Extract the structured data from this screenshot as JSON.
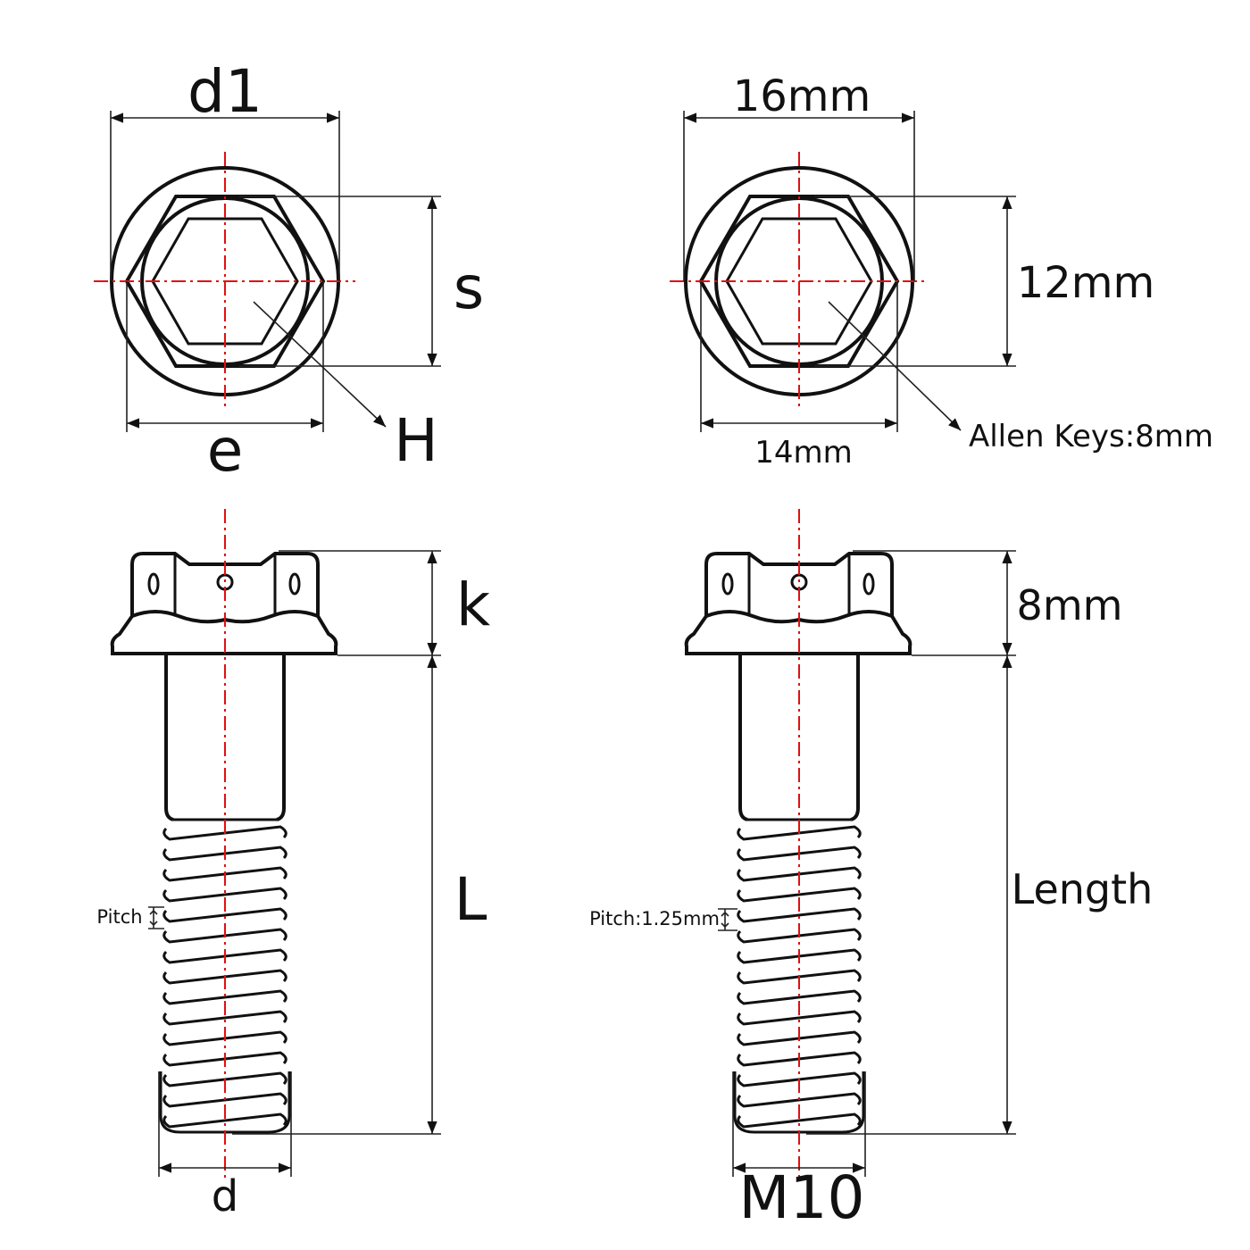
{
  "generic_view": {
    "head_labels": {
      "flange_diameter": "d1",
      "across_flats": "s",
      "across_corners": "e",
      "socket": "H"
    },
    "side_labels": {
      "head_height": "k",
      "length": "L",
      "pitch": "Pitch",
      "thread_diameter": "d"
    }
  },
  "spec_view": {
    "head_labels": {
      "flange_diameter": "16mm",
      "across_flats": "12mm",
      "across_corners": "14mm",
      "socket": "Allen Keys:8mm"
    },
    "side_labels": {
      "head_height": "8mm",
      "length": "Length",
      "pitch": "Pitch:1.25mm",
      "thread_diameter": "M10"
    }
  },
  "colors": {
    "outline": "#111111",
    "centerline": "#e01010",
    "background": "#ffffff"
  }
}
